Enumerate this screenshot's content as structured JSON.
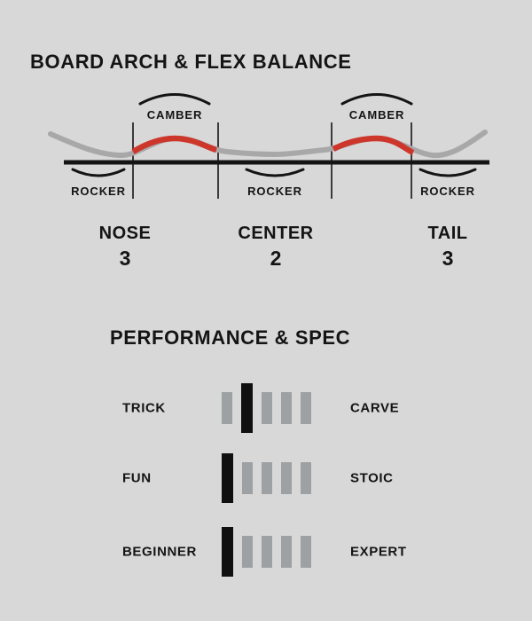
{
  "colors": {
    "background": "#d8d8d8",
    "text": "#141414",
    "accent_red": "#cd362b",
    "curve_gray": "#a8a8a8",
    "bar_gray": "#9da1a3",
    "bar_black": "#101010"
  },
  "arch_section": {
    "title": "BOARD ARCH & FLEX BALANCE",
    "camber_labels": [
      "CAMBER",
      "CAMBER"
    ],
    "rocker_labels": [
      "ROCKER",
      "ROCKER",
      "ROCKER"
    ],
    "zones": [
      {
        "name": "NOSE",
        "value": "3"
      },
      {
        "name": "CENTER",
        "value": "2"
      },
      {
        "name": "TAIL",
        "value": "3"
      }
    ]
  },
  "performance_section": {
    "title": "PERFORMANCE & SPEC",
    "scales": [
      {
        "left": "TRICK",
        "right": "CARVE",
        "position": 2,
        "total": 5
      },
      {
        "left": "FUN",
        "right": "STOIC",
        "position": 1,
        "total": 5
      },
      {
        "left": "BEGINNER",
        "right": "EXPERT",
        "position": 1,
        "total": 5
      }
    ]
  }
}
